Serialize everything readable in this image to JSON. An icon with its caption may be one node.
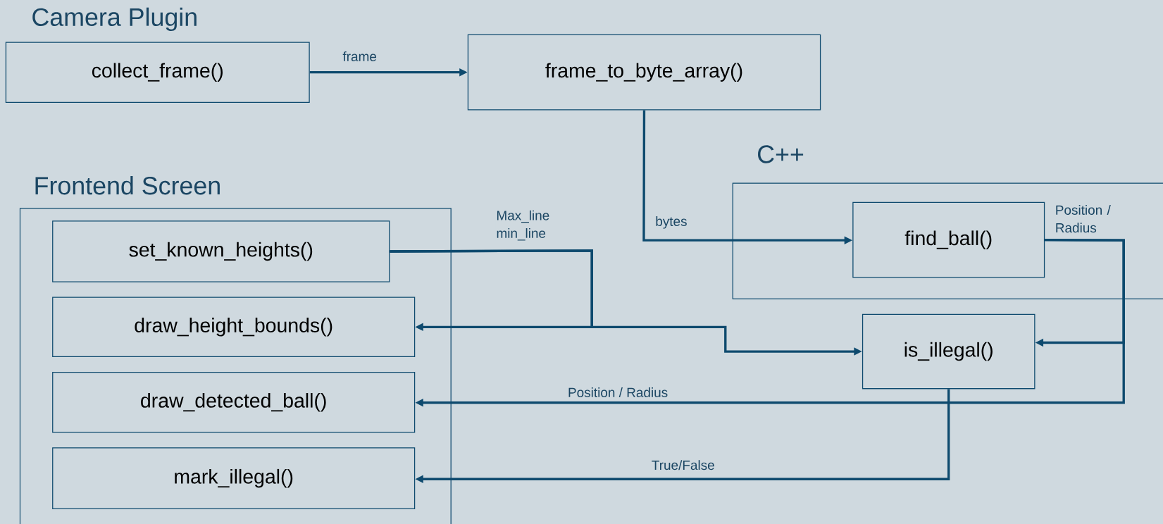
{
  "diagram": {
    "nodes": [
      {
        "text": [
          "collect_frame()"
        ],
        "beside": [
          "Camera Plugin"
        ]
      },
      {
        "text": [
          "frame_to_byte_array()"
        ]
      },
      {
        "text": [
          "C++"
        ]
      },
      {
        "text": [
          "find_ball()"
        ],
        "in": 2
      },
      {
        "text": [
          "Frontend Screen"
        ]
      },
      {
        "text": [
          "set_known_heights()"
        ],
        "in": 4
      },
      {
        "text": [
          "draw_height_bounds()"
        ],
        "in": 4
      },
      {
        "text": [
          "draw_detected_ball()"
        ],
        "in": 4
      },
      {
        "text": [
          "mark_illegal()"
        ],
        "in": 4
      },
      {
        "text": [
          "is_illegal()"
        ]
      }
    ],
    "edges": [
      {
        "from": 0,
        "to": 1,
        "arrow": "to",
        "label": "frame"
      },
      {
        "from": 1,
        "to": 3,
        "arrow": "to",
        "label": "bytes"
      },
      {
        "from": 5,
        "to": 6,
        "arrow": "to",
        "label": "Max_line min_line"
      },
      {
        "from": 5,
        "to": 9,
        "arrow": "to"
      },
      {
        "from": 3,
        "to": 9,
        "arrow": "to",
        "label": "Position / Radius"
      },
      {
        "from": 3,
        "to": 7,
        "arrow": "to",
        "label": "Position / Radius"
      },
      {
        "from": 9,
        "to": 8,
        "arrow": "to",
        "label": "True/False"
      }
    ]
  }
}
